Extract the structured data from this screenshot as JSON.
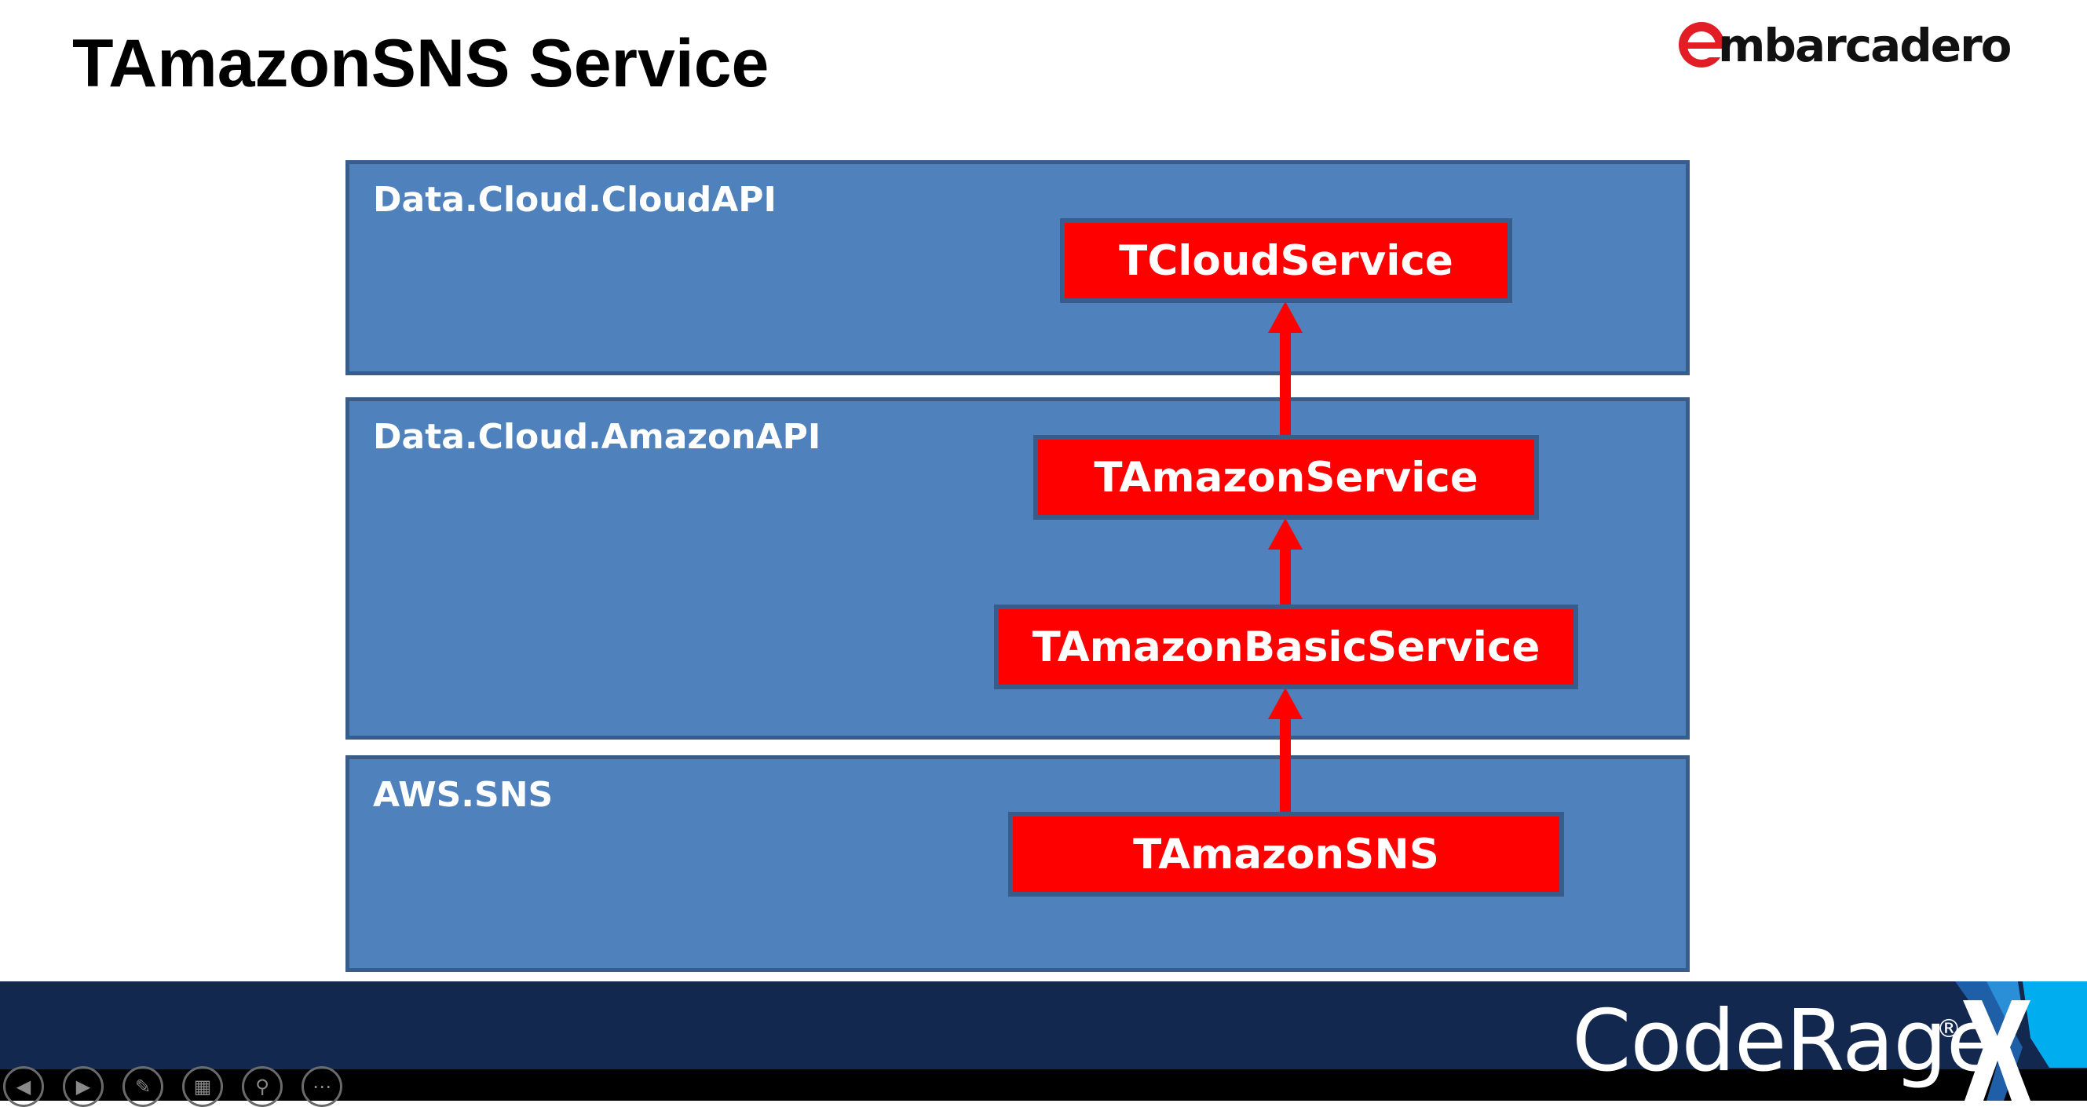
{
  "slide": {
    "title": "TAmazonSNS Service"
  },
  "logo": {
    "text": "mbarcadero"
  },
  "layers": [
    {
      "label": "Data.Cloud.CloudAPI"
    },
    {
      "label": "Data.Cloud.AmazonAPI"
    },
    {
      "label": "AWS.SNS"
    }
  ],
  "classes": [
    {
      "label": "TCloudService"
    },
    {
      "label": "TAmazonService"
    },
    {
      "label": "TAmazonBasicService"
    },
    {
      "label": "TAmazonSNS"
    }
  ],
  "footer": {
    "brand": "CodeRage",
    "registered": "®",
    "accent_colors": [
      "#12284f",
      "#1f5fa8",
      "#00aeef"
    ]
  },
  "toolbar": {
    "prev_icon": "◀",
    "next_icon": "▶",
    "pen_icon": "✎",
    "slides_icon": "▦",
    "zoom_icon": "⚲",
    "more_icon": "⋯"
  }
}
